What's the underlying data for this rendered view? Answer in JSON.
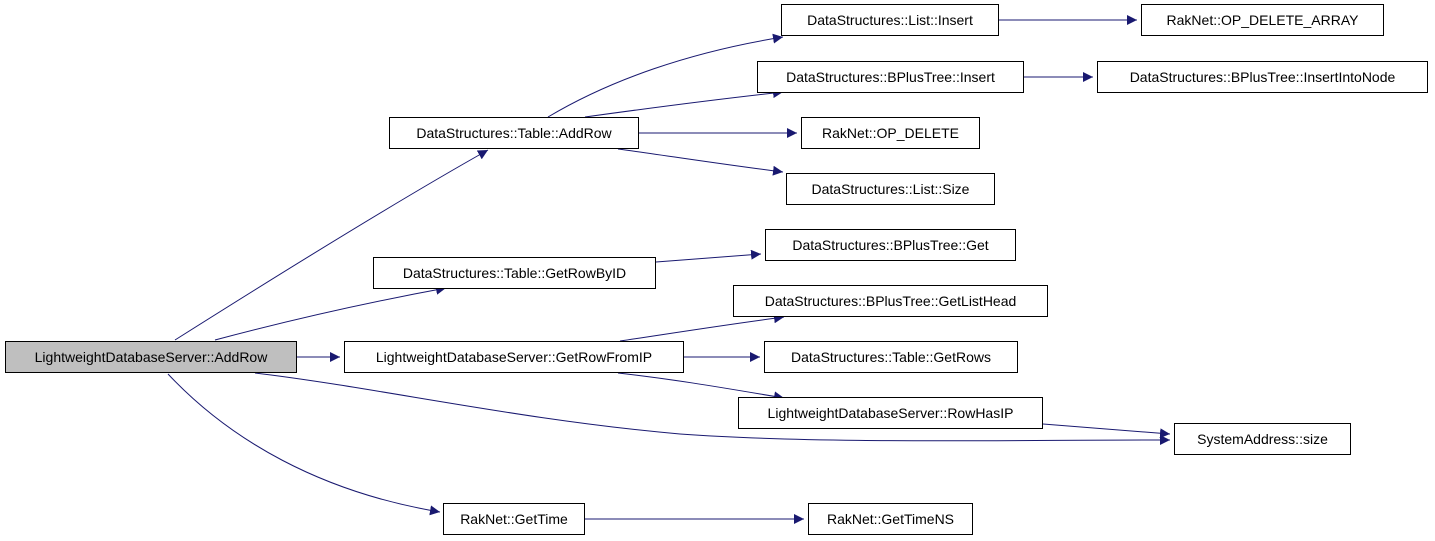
{
  "colors": {
    "edge": "#191970",
    "root_fill": "#bfbfbf",
    "node_fill": "#ffffff",
    "border": "#000000"
  },
  "nodes": {
    "root": "LightweightDatabaseServer::AddRow",
    "table_addrow": "DataStructures::Table::AddRow",
    "table_getrowbyid": "DataStructures::Table::GetRowByID",
    "getrowfromip": "LightweightDatabaseServer::GetRowFromIP",
    "getmtime": "RakNet::GetTime",
    "list_insert": "DataStructures::List::Insert",
    "bplus_insert": "DataStructures::BPlusTree::Insert",
    "op_delete": "RakNet::OP_DELETE",
    "list_size": "DataStructures::List::Size",
    "bplus_get": "DataStructures::BPlusTree::Get",
    "bplus_getlisthead": "DataStructures::BPlusTree::GetListHead",
    "table_getrows": "DataStructures::Table::GetRows",
    "rowhasip": "LightweightDatabaseServer::RowHasIP",
    "sysaddr_size": "SystemAddress::size",
    "gettimens": "RakNet::GetTimeNS",
    "op_delete_array": "RakNet::OP_DELETE_ARRAY",
    "insertintonode": "DataStructures::BPlusTree::InsertIntoNode"
  }
}
